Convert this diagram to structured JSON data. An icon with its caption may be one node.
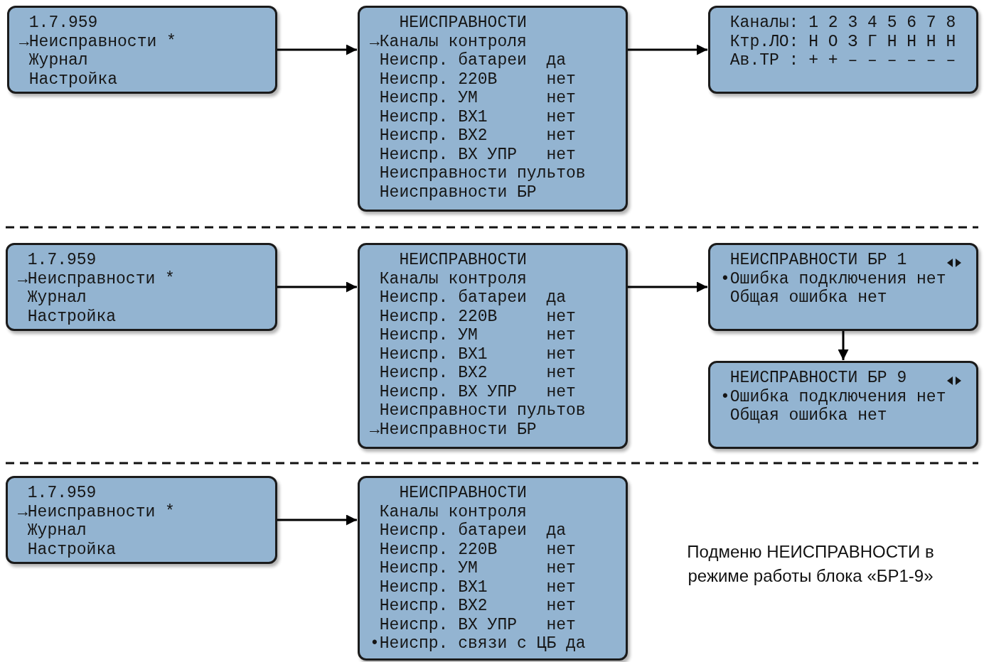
{
  "diagram": {
    "caption": "Подменю НЕИСПРАВНОСТИ в режиме работы блока «БР1-9»",
    "nodes": [
      {
        "text": [
          "1.7.959",
          "→Неисправности *",
          "Журнал",
          "Настройка"
        ]
      },
      {
        "text": [
          "НЕИСПРАВНОСТИ",
          "→Каналы контроля",
          "Неиспр. батареи",
          "да",
          "Неиспр. 220В",
          "нет",
          "Неиспр. УМ",
          "нет",
          "Неиспр. ВХ1",
          "нет",
          "Неиспр. ВХ2",
          "нет",
          "Неиспр. ВХ УПР",
          "нет",
          "Неисправности пультов",
          "Неисправности БР"
        ]
      },
      {
        "text": [
          "Каналы: 1 2 3 4 5 6 7 8",
          "Ктр.ЛО: Н О З Г Н Н Н Н",
          "Ав.ТР : + + – – – – – –"
        ]
      },
      {
        "text": [
          "1.7.959",
          "→Неисправности *",
          "Журнал",
          "Настройка"
        ]
      },
      {
        "text": [
          "НЕИСПРАВНОСТИ",
          "Каналы контроля",
          "Неиспр. батареи",
          "да",
          "Неиспр. 220В",
          "нет",
          "Неиспр. УМ",
          "нет",
          "Неиспр. ВХ1",
          "нет",
          "Неиспр. ВХ2",
          "нет",
          "Неиспр. ВХ УПР",
          "нет",
          "Неисправности пультов",
          "→Неисправности БР"
        ]
      },
      {
        "text": [
          "НЕИСПРАВНОСТИ БР 1",
          "•Ошибка подключения нет",
          "Общая ошибка нет"
        ]
      },
      {
        "text": [
          "НЕИСПРАВНОСТИ БР 9",
          "•Ошибка подключения нет",
          "Общая ошибка нет"
        ]
      },
      {
        "text": [
          "1.7.959",
          "→Неисправности *",
          "Журнал",
          "Настройка"
        ]
      },
      {
        "text": [
          "НЕИСПРАВНОСТИ",
          "Каналы контроля",
          "Неиспр. батареи",
          "да",
          "Неиспр. 220В",
          "нет",
          "Неиспр. УМ",
          "нет",
          "Неиспр. ВХ1",
          "нет",
          "Неиспр. ВХ2",
          "нет",
          "Неиспр. ВХ УПР",
          "нет",
          "•Неиспр. связи с ЦБ",
          "да"
        ]
      }
    ],
    "edges": [
      {
        "from": 0,
        "to": 1,
        "arrow": "to"
      },
      {
        "from": 1,
        "to": 2,
        "arrow": "to"
      },
      {
        "from": 3,
        "to": 4,
        "arrow": "to"
      },
      {
        "from": 4,
        "to": 5,
        "arrow": "to"
      },
      {
        "from": 5,
        "to": 6,
        "arrow": "to"
      },
      {
        "from": 7,
        "to": 8,
        "arrow": "to"
      }
    ]
  }
}
